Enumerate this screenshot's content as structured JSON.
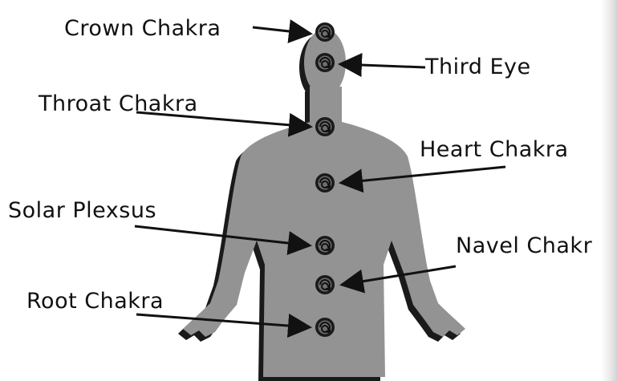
{
  "colors": {
    "background": "#ffffff",
    "figure": "#939393",
    "figure_shadow": "#1a1a1a",
    "arrow": "#111111",
    "chakra_spiral": "#111111"
  },
  "labels": {
    "crown": "Crown Chakra",
    "third_eye": "Third Eye",
    "throat": "Throat Chakra",
    "heart": "Heart Chakra",
    "solar_plexus": "Solar Plexsus",
    "navel": "Navel Chakr",
    "root": "Root Chakra"
  },
  "chakras": [
    "crown",
    "third_eye",
    "throat",
    "heart",
    "solar_plexus",
    "navel",
    "root"
  ]
}
